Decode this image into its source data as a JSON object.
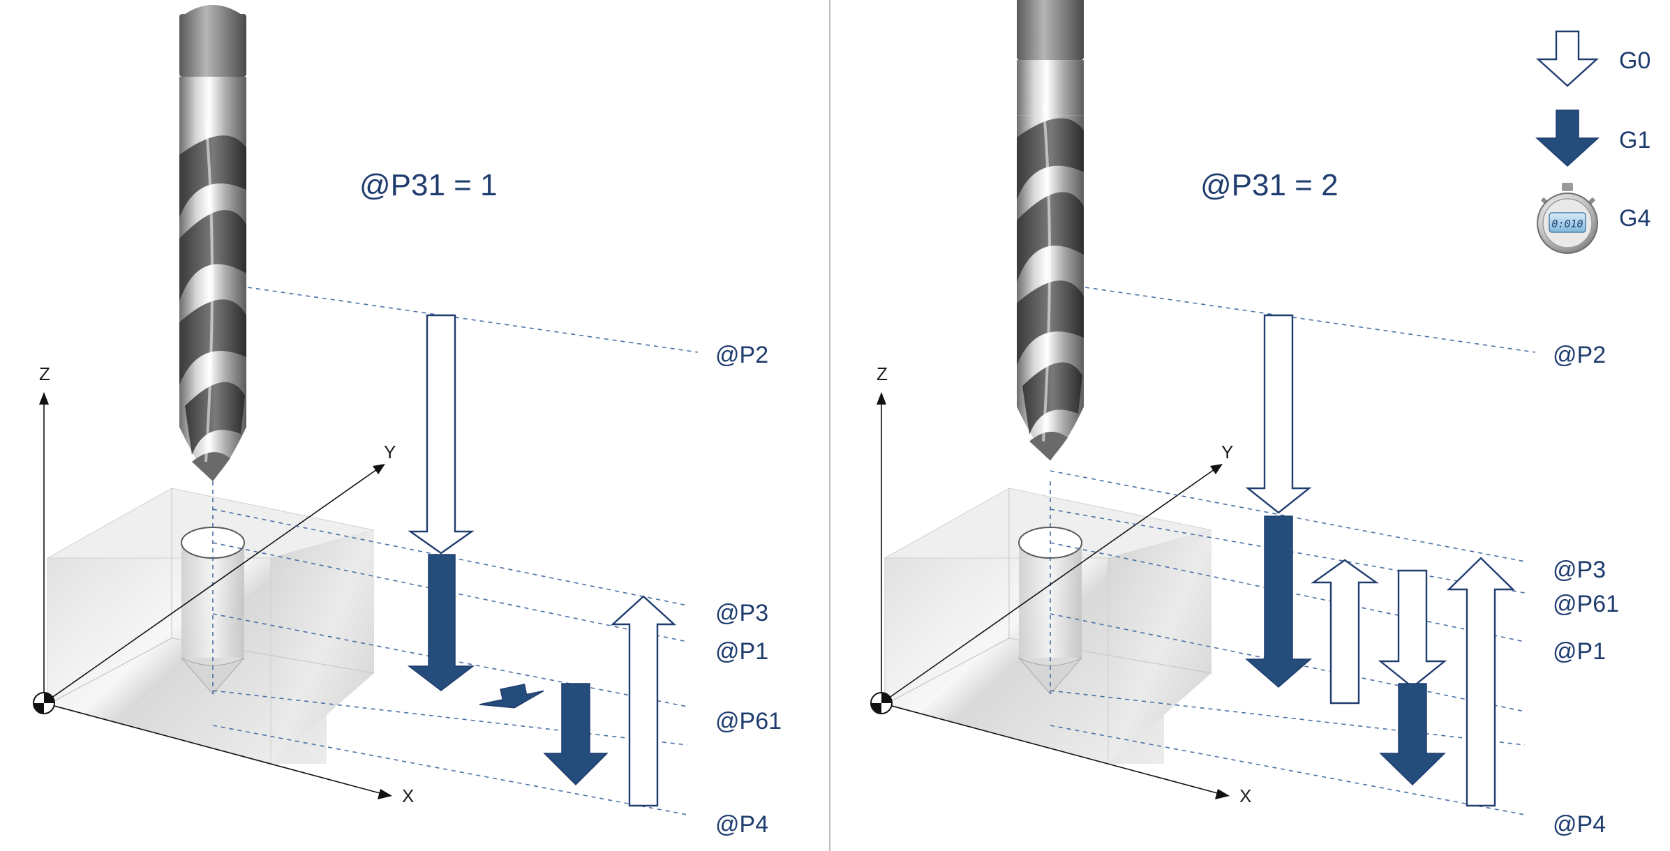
{
  "panels": [
    {
      "title": "@P31 = 1",
      "labels": {
        "p2": "@P2",
        "p3": "@P3",
        "p1": "@P1",
        "p61": "@P61",
        "p4": "@P4"
      }
    },
    {
      "title": "@P31 = 2",
      "labels": {
        "p2": "@P2",
        "p3": "@P3",
        "p61": "@P61",
        "p1": "@P1",
        "p4": "@P4"
      }
    }
  ],
  "axes": {
    "z": "Z",
    "y": "Y",
    "x": "X"
  },
  "legend": [
    {
      "icon": "hollow-down-arrow-icon",
      "label": "G0"
    },
    {
      "icon": "filled-down-arrow-icon",
      "label": "G1"
    },
    {
      "icon": "stopwatch-icon",
      "label": "G4",
      "display": "0:010"
    }
  ],
  "colors": {
    "accent": "#1f3c6e",
    "feed_arrow": "#244d7c",
    "guide": "#4a6fa5"
  }
}
